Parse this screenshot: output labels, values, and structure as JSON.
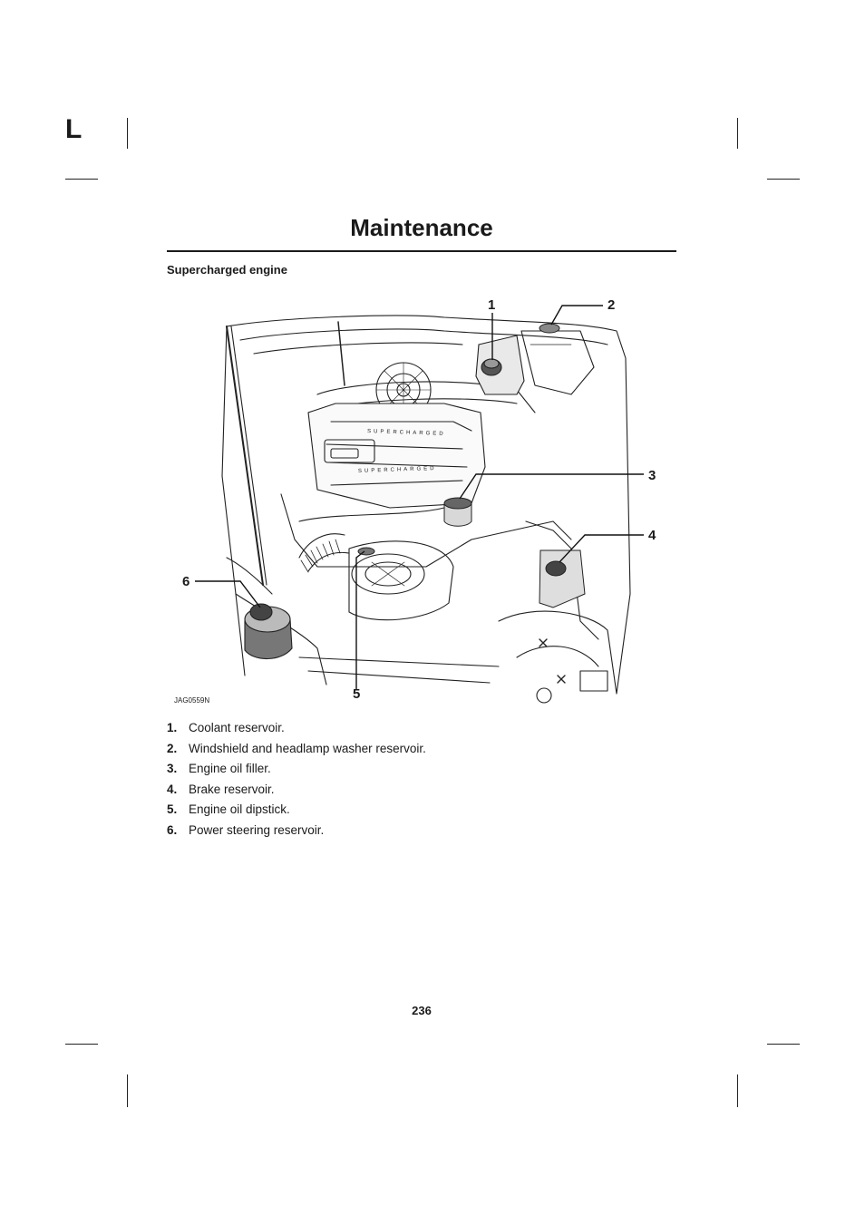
{
  "margin_letter": "L",
  "title": "Maintenance",
  "subheading": "Supercharged engine",
  "figure": {
    "code": "JAG0559N",
    "engine_cover_text": "SUPERCHARGED",
    "callouts": [
      "1",
      "2",
      "3",
      "4",
      "5",
      "6"
    ]
  },
  "legend": [
    {
      "num": "1.",
      "text": "Coolant reservoir."
    },
    {
      "num": "2.",
      "text": "Windshield and headlamp washer reservoir."
    },
    {
      "num": "3.",
      "text": "Engine oil filler."
    },
    {
      "num": "4.",
      "text": "Brake reservoir."
    },
    {
      "num": "5.",
      "text": "Engine oil dipstick."
    },
    {
      "num": "6.",
      "text": "Power steering reservoir."
    }
  ],
  "page_number": "236"
}
